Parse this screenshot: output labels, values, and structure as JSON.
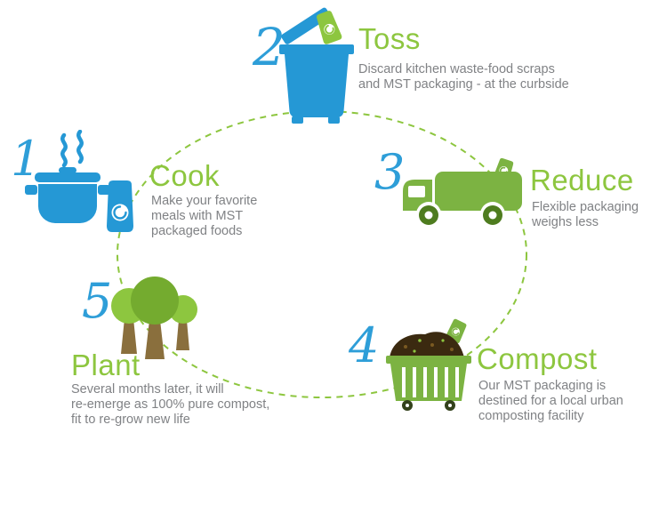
{
  "diagram": {
    "type": "lifecycle-infographic",
    "steps": [
      {
        "number": "1",
        "title": "Cook",
        "icon": "cooking-pot-icon",
        "description": "Make your favorite\nmeals with MST\npackaged foods"
      },
      {
        "number": "2",
        "title": "Toss",
        "icon": "trash-bin-icon",
        "description": "Discard kitchen waste-food scraps\nand MST packaging - at the curbside"
      },
      {
        "number": "3",
        "title": "Reduce",
        "icon": "garbage-truck-icon",
        "description": "Flexible packaging\nweighs less"
      },
      {
        "number": "4",
        "title": "Compost",
        "icon": "compost-dumpster-icon",
        "description": "Our  MST packaging is\ndestined for a local urban\ncomposting facility"
      },
      {
        "number": "5",
        "title": "Plant",
        "icon": "trees-icon",
        "description": "Several months later, it will\nre-emerge as 100% pure compost,\nfit to re-grow new life"
      }
    ],
    "colors": {
      "blue": "#2598d5",
      "heading_green": "#8dc63f",
      "icon_green": "#7cb342",
      "text_gray": "#808285",
      "trunk_brown": "#8a6f3d",
      "compost_brown": "#3b2a10"
    }
  }
}
